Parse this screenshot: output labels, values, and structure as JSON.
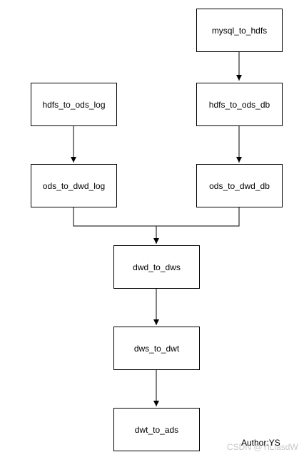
{
  "nodes": {
    "mysql_to_hdfs": "mysql_to_hdfs",
    "hdfs_to_ods_log": "hdfs_to_ods_log",
    "hdfs_to_ods_db": "hdfs_to_ods_db",
    "ods_to_dwd_log": "ods_to_dwd_log",
    "ods_to_dwd_db": "ods_to_dwd_db",
    "dwd_to_dws": "dwd_to_dws",
    "dws_to_dwt": "dws_to_dwt",
    "dwt_to_ads": "dwt_to_ads"
  },
  "edges": [
    {
      "from": "mysql_to_hdfs",
      "to": "hdfs_to_ods_db"
    },
    {
      "from": "hdfs_to_ods_log",
      "to": "ods_to_dwd_log"
    },
    {
      "from": "hdfs_to_ods_db",
      "to": "ods_to_dwd_db"
    },
    {
      "from": "ods_to_dwd_log",
      "to": "dwd_to_dws"
    },
    {
      "from": "ods_to_dwd_db",
      "to": "dwd_to_dws"
    },
    {
      "from": "dwd_to_dws",
      "to": "dws_to_dwt"
    },
    {
      "from": "dws_to_dwt",
      "to": "dwt_to_ads"
    }
  ],
  "author": "Author:YS",
  "watermark": "CSDN @YiLlasdW",
  "colors": {
    "line": "#000000",
    "box_border": "#000000",
    "watermark": "#c8c8c8"
  }
}
